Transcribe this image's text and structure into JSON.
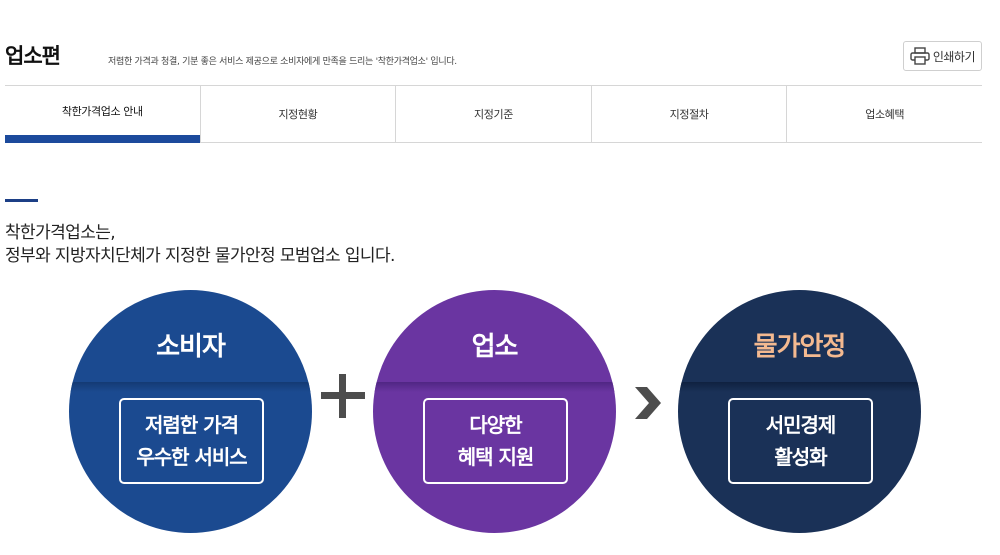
{
  "header": {
    "title": "업소편",
    "description": "저렴한 가격과 청결, 기분 좋은 서비스 제공으로 소비자에게 만족을 드리는 '착한가격업소' 입니다.",
    "print_label": "인쇄하기",
    "print_icon": "printer-icon"
  },
  "tabs": [
    {
      "label": "착한가격업소 안내",
      "active": true
    },
    {
      "label": "지정현황",
      "active": false
    },
    {
      "label": "지정기준",
      "active": false
    },
    {
      "label": "지정절차",
      "active": false
    },
    {
      "label": "업소혜택",
      "active": false
    }
  ],
  "intro": {
    "line1": "착한가격업소는,",
    "line2": "정부와 지방자치단체가 지정한 물가안정 모범업소 입니다."
  },
  "diagram": {
    "circles": [
      {
        "title": "소비자",
        "lines": [
          "저렴한 가격",
          "우수한 서비스"
        ],
        "color": "#1b4a90"
      },
      {
        "title": "업소",
        "lines": [
          "다양한",
          "혜택 지원"
        ],
        "color": "#6a35a1"
      },
      {
        "title": "물가안정",
        "lines": [
          "서민경제",
          "활성화"
        ],
        "color": "#1a3157",
        "title_color": "#f4b990"
      }
    ],
    "operators": [
      "plus-icon",
      "chevron-right-icon"
    ]
  },
  "colors": {
    "accent": "#1c4a9c",
    "text": "#222222",
    "border": "#d6d6d6"
  }
}
